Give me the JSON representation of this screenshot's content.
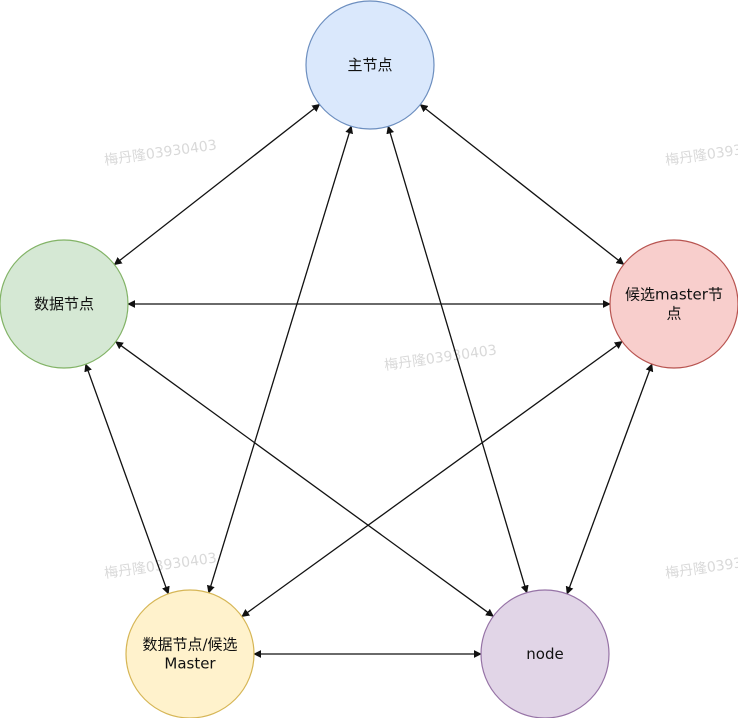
{
  "nodes": [
    {
      "id": "master",
      "label_lines": [
        "主节点"
      ],
      "fill": "#dae8fc",
      "stroke": "#6c8ebf"
    },
    {
      "id": "data",
      "label_lines": [
        "数据节点"
      ],
      "fill": "#d5e8d4",
      "stroke": "#82b366"
    },
    {
      "id": "candidate",
      "label_lines": [
        "候选master节",
        "点"
      ],
      "fill": "#f8cecc",
      "stroke": "#b85450"
    },
    {
      "id": "data-candidate",
      "label_lines": [
        "数据节点/候选",
        "Master"
      ],
      "fill": "#fff2cc",
      "stroke": "#d6b656"
    },
    {
      "id": "node",
      "label_lines": [
        "node"
      ],
      "fill": "#e1d5e7",
      "stroke": "#9673a6"
    }
  ],
  "edges": [
    [
      "master",
      "data"
    ],
    [
      "master",
      "candidate"
    ],
    [
      "master",
      "data-candidate"
    ],
    [
      "master",
      "node"
    ],
    [
      "data",
      "candidate"
    ],
    [
      "data",
      "data-candidate"
    ],
    [
      "data",
      "node"
    ],
    [
      "candidate",
      "data-candidate"
    ],
    [
      "candidate",
      "node"
    ],
    [
      "data-candidate",
      "node"
    ]
  ],
  "watermarks": [
    "梅丹隆03930403",
    "梅丹隆0393",
    "梅丹隆03930403",
    "梅丹隆03930403",
    "梅丹隆0393"
  ]
}
